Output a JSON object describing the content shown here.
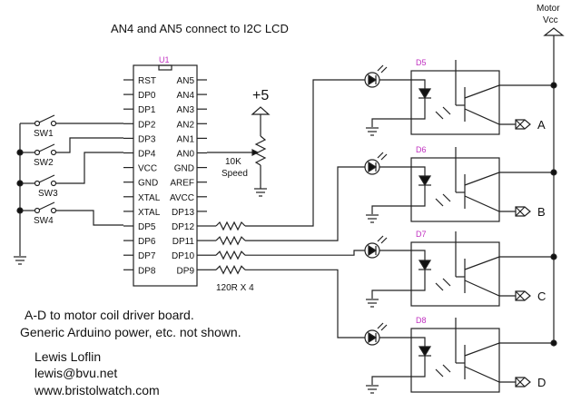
{
  "title": "AN4 and AN5 connect to I2C LCD",
  "ic": {
    "ref": "U1",
    "left_pins": [
      "RST",
      "DP0",
      "DP1",
      "DP2",
      "DP3",
      "DP4",
      "VCC",
      "GND",
      "XTAL",
      "XTAL",
      "DP5",
      "DP6",
      "DP7",
      "DP8"
    ],
    "right_pins": [
      "AN5",
      "AN4",
      "AN3",
      "AN2",
      "AN1",
      "AN0",
      "GND",
      "AREF",
      "AVCC",
      "DP13",
      "DP12",
      "DP11",
      "DP10",
      "DP9"
    ]
  },
  "switches": [
    "SW1",
    "SW2",
    "SW3",
    "SW4"
  ],
  "power": {
    "plus5": "+5",
    "motor_vcc_line1": "Motor",
    "motor_vcc_line2": "Vcc"
  },
  "pot": {
    "value": "10K",
    "name": "Speed"
  },
  "resistors_label": "120R X 4",
  "optos": [
    {
      "ref": "D5",
      "output": "A"
    },
    {
      "ref": "D6",
      "output": "B"
    },
    {
      "ref": "D7",
      "output": "C"
    },
    {
      "ref": "D8",
      "output": "D"
    }
  ],
  "notes": {
    "line1": "A-D to motor coil driver board.",
    "line2": "Generic Arduino power, etc. not shown.",
    "author": "Lewis Loflin",
    "email": "lewis@bvu.net",
    "website": "www.bristolwatch.com"
  }
}
